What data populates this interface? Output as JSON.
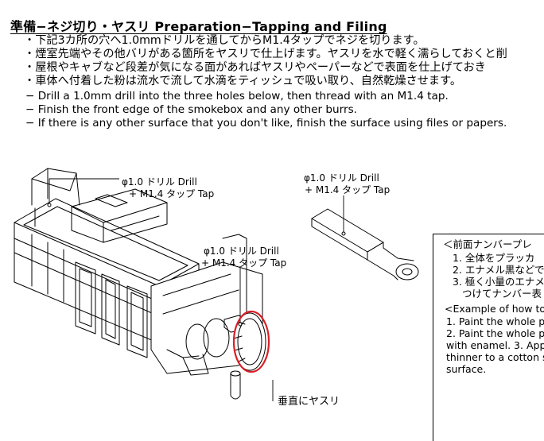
{
  "title": "準備−ネジ切り・ヤスリ Preparation−Tapping and Filing",
  "instructions_jp": [
    "・下記3カ所の穴へ1.0mmドリルを通してからM1.4タップでネジを切ります。",
    "・煙室先端やその他バリがある箇所をヤスリで仕上げます。ヤスリを水で軽く濡らしておくと削",
    "・屋根やキャブなど段差が気になる面があればヤスリやペーパーなどで表面を仕上げておき",
    "・車体へ付着した粉は流水で流して水滴をティッシュで吸い取り、自然乾燥させます。"
  ],
  "instructions_en": [
    "− Drill a 1.0mm drill into the three holes below, then thread with an M1.4 tap.",
    "− Finish the front edge of the smokebox and any other burrs.",
    "− If there is any other surface that you don't like, finish the surface using files or papers."
  ],
  "callouts": {
    "drill_1": {
      "line1": "φ1.0 ドリル Drill",
      "line2": "+ M1.4 タップ Tap"
    },
    "drill_2": {
      "line1": "φ1.0 ドリル Drill",
      "line2": "+ M1.4 タップ Tap"
    },
    "drill_3": {
      "line1": "φ1.0 ドリル Drill",
      "line2": "+ M1.4 タップ Tap"
    },
    "file_vertical": "垂直にヤスリ"
  },
  "numberplate_box": {
    "heading": "＜前面ナンバープレ",
    "jp_steps": [
      "1. 全体をプラッカ",
      "2. エナメル黒などで",
      "3. 極く小量のエナメ",
      "つけてナンバー表"
    ],
    "en_heading": "<Example of how to",
    "en_lines": [
      "1. Paint the whole p",
      "2. Paint the whole p",
      "with enamel. 3. Appl",
      "thinner to a cotton s",
      "surface."
    ]
  },
  "colors": {
    "text": "#000000",
    "highlight_ring": "#d81f26"
  }
}
